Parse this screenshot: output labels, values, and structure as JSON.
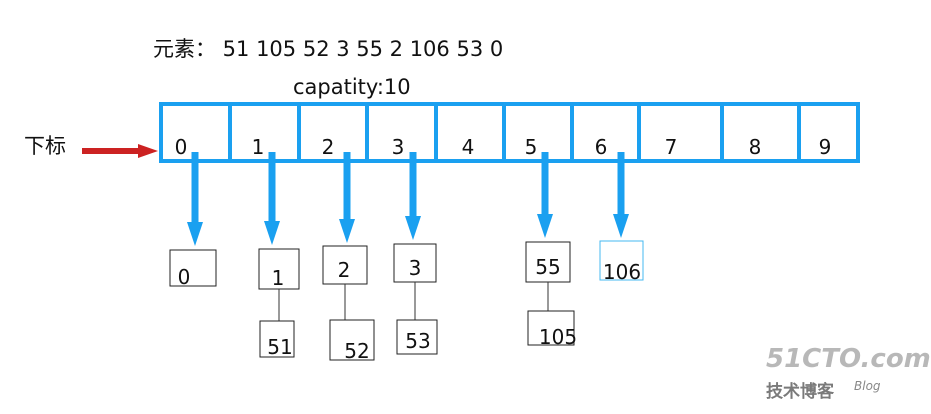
{
  "title": "元素： 51 105 52 3 55 2 106 53 0",
  "capacity_label": "capatity:10",
  "index_label": "下标",
  "slots": [
    "0",
    "1",
    "2",
    "3",
    "4",
    "5",
    "6",
    "7",
    "8",
    "9"
  ],
  "chains": [
    {
      "slot": 0,
      "nodes": [
        "0"
      ]
    },
    {
      "slot": 1,
      "nodes": [
        "1",
        "51"
      ]
    },
    {
      "slot": 2,
      "nodes": [
        "2",
        "52"
      ]
    },
    {
      "slot": 3,
      "nodes": [
        "3",
        "53"
      ]
    },
    {
      "slot": 5,
      "nodes": [
        "55",
        "105"
      ]
    },
    {
      "slot": 6,
      "nodes": [
        "106"
      ]
    }
  ],
  "watermark": {
    "brand": "51CTO.com",
    "sub": "技术博客",
    "blog": "Blog"
  },
  "colors": {
    "array": "#1aa0f0",
    "arrow": "#cc2222",
    "node": "#222222",
    "highlight": "#44b8f0"
  }
}
